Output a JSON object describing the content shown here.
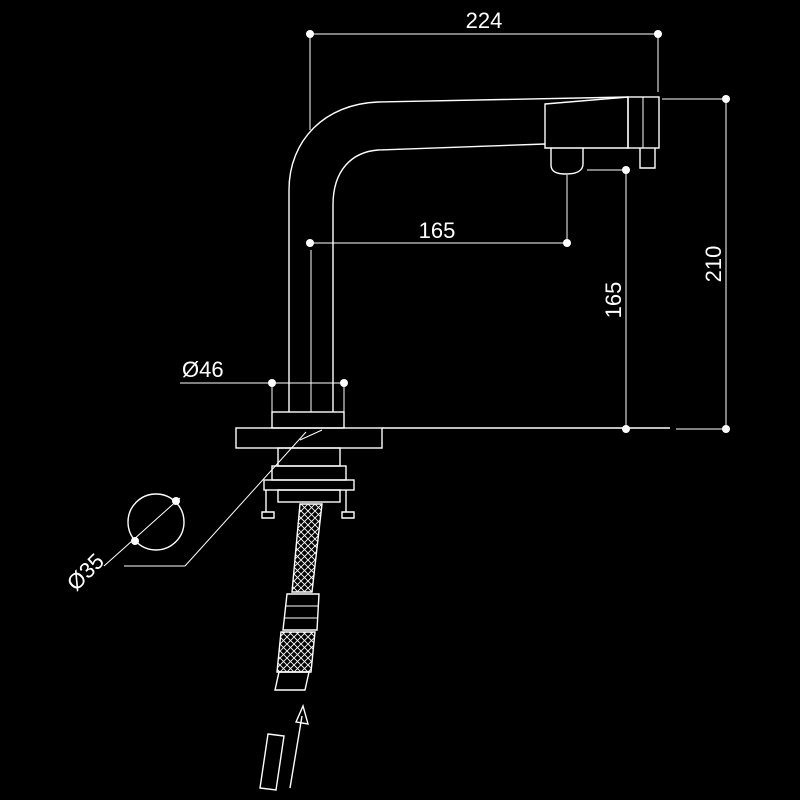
{
  "drawing": {
    "colors": {
      "background": "#000000",
      "line": "#ffffff"
    },
    "dimensions": {
      "overall_reach": "224",
      "spout_reach": "165",
      "outlet_height": "165",
      "total_height": "210",
      "base_diameter": "Ø46",
      "hole_diameter": "Ø35"
    }
  }
}
